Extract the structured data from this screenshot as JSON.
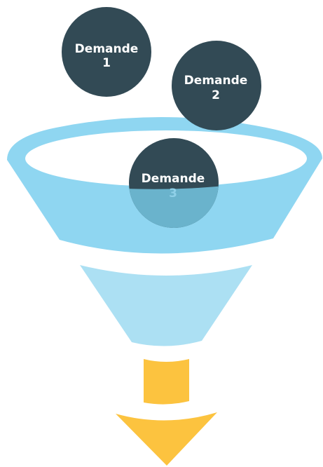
{
  "colors": {
    "funnel_top": "#8fd6f1",
    "funnel_rim_inner": "#ffffff",
    "funnel_middle": "#ace0f3",
    "spout": "#fcc33f",
    "bubble": "#324a55",
    "bubble_submerged": "#6ab3cc",
    "label_light": "#ffffff",
    "label_submerged": "#8fd0e8"
  },
  "bubbles": [
    {
      "line1": "Demande",
      "line2": "1"
    },
    {
      "line1": "Demande",
      "line2": "2"
    },
    {
      "line1": "Demande",
      "line2": "3"
    }
  ]
}
